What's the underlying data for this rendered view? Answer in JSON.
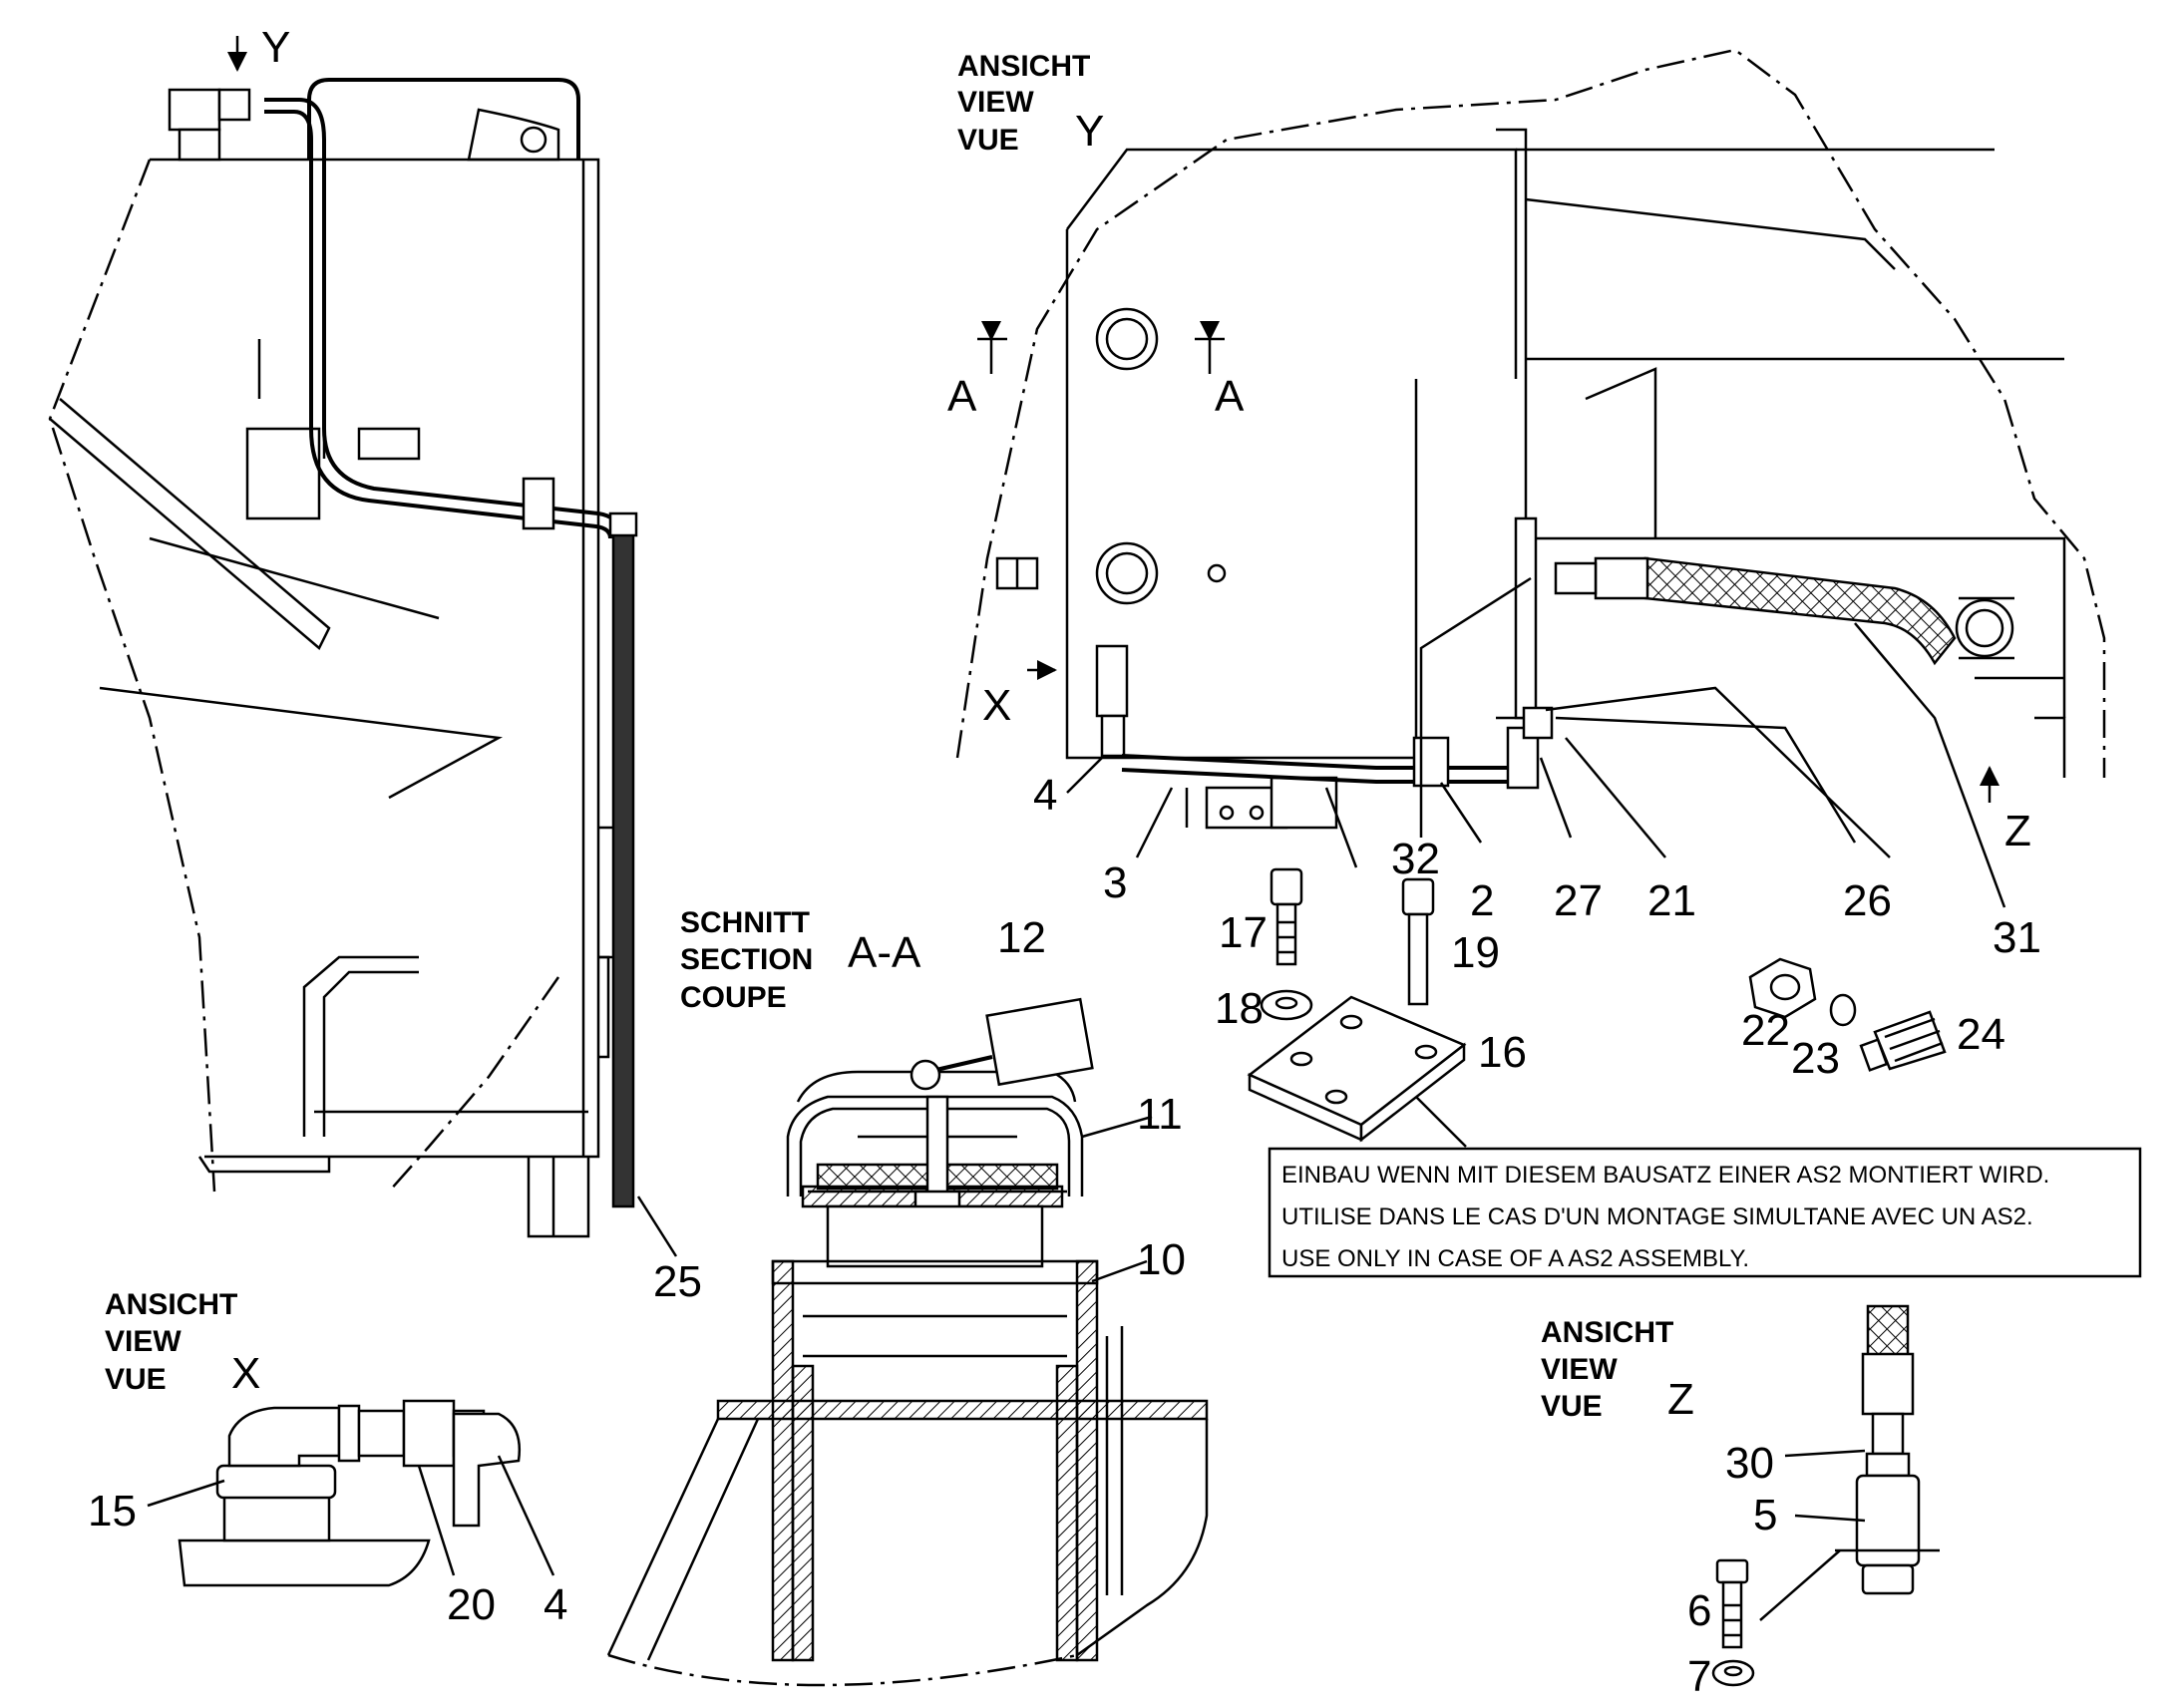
{
  "views": {
    "y": {
      "l1": "ANSICHT",
      "l2": "VIEW",
      "l3": "VUE",
      "letter": "Y"
    },
    "x": {
      "l1": "ANSICHT",
      "l2": "VIEW",
      "l3": "VUE",
      "letter": "X"
    },
    "z": {
      "l1": "ANSICHT",
      "l2": "VIEW",
      "l3": "VUE",
      "letter": "Z"
    },
    "section": {
      "l1": "SCHNITT",
      "l2": "SECTION",
      "l3": "COUPE",
      "letter": "A-A"
    }
  },
  "markers": {
    "y": "Y",
    "x": "X",
    "z": "Z",
    "a": "A"
  },
  "callouts": {
    "c2": "2",
    "c3": "3",
    "c4": "4",
    "c5": "5",
    "c6": "6",
    "c7": "7",
    "c10": "10",
    "c11": "11",
    "c12": "12",
    "c15": "15",
    "c16": "16",
    "c17": "17",
    "c18": "18",
    "c19": "19",
    "c20": "20",
    "c21": "21",
    "c22": "22",
    "c23": "23",
    "c24": "24",
    "c25": "25",
    "c26": "26",
    "c27": "27",
    "c30": "30",
    "c31": "31",
    "c32": "32"
  },
  "note": {
    "line1": "EINBAU WENN MIT DIESEM BAUSATZ EINER AS2 MONTIERT WIRD.",
    "line2": "UTILISE DANS LE CAS D'UN MONTAGE SIMULTANE AVEC UN AS2.",
    "line3": "USE ONLY IN CASE OF A AS2 ASSEMBLY."
  }
}
